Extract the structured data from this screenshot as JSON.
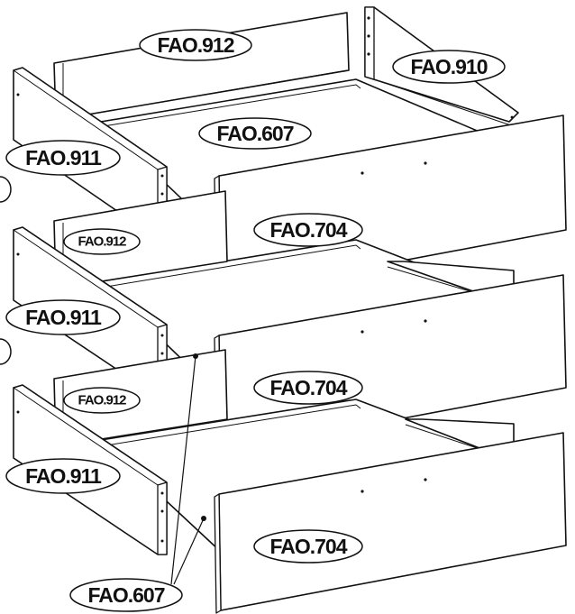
{
  "labels": {
    "back_top": "FAO.912",
    "side_right_top": "FAO.910",
    "bottom_top": "FAO.607",
    "side_left_top": "FAO.911",
    "front_top": "FAO.704",
    "back_mid": "FAO.912",
    "side_left_mid": "FAO.911",
    "front_mid": "FAO.704",
    "back_low": "FAO.912",
    "side_left_low": "FAO.911",
    "front_low": "FAO.704",
    "bottom_callout": "FAO.607"
  }
}
